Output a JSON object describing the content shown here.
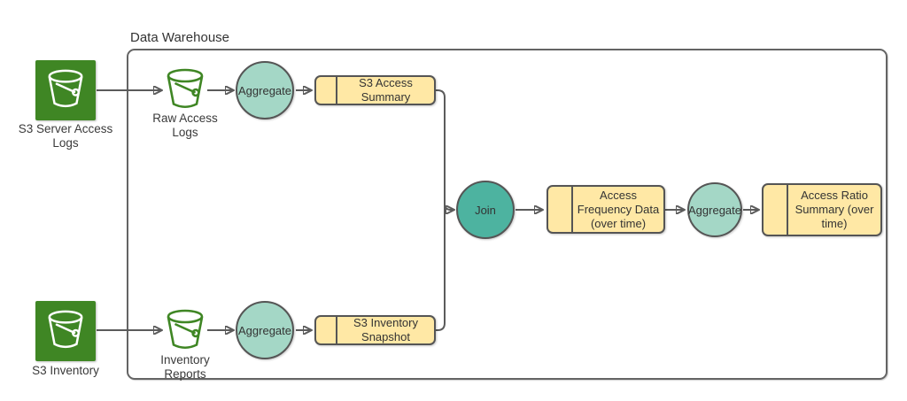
{
  "diagram": {
    "title": "Data Warehouse",
    "colors": {
      "green": "#3F8624",
      "tealLight": "#A4D7C6",
      "tealDark": "#4DB3A0",
      "yellow": "#FFE8A5",
      "border": "#555555",
      "line": "#5B5B5B",
      "text": "#3A3A3A"
    },
    "icons": {
      "filled_bucket": "s3-bucket-icon",
      "outline_bucket": "s3-bucket-outline-icon"
    },
    "nodes": {
      "s3ServerAccessLogs": "S3 Server Access Logs",
      "rawAccessLogs": "Raw Access Logs",
      "aggregateTop": "Aggregate",
      "s3AccessSummary": "S3 Access Summary",
      "s3Inventory": "S3 Inventory",
      "inventoryReports": "Inventory Reports",
      "aggregateBottom": "Aggregate",
      "s3InventorySnapshot": "S3 Inventory Snapshot",
      "join": "Join",
      "accessFrequencyData": "Access Frequency Data (over time)",
      "aggregateRight": "Aggregate",
      "accessRatioSummary": "Access Ratio Summary (over time)"
    }
  }
}
